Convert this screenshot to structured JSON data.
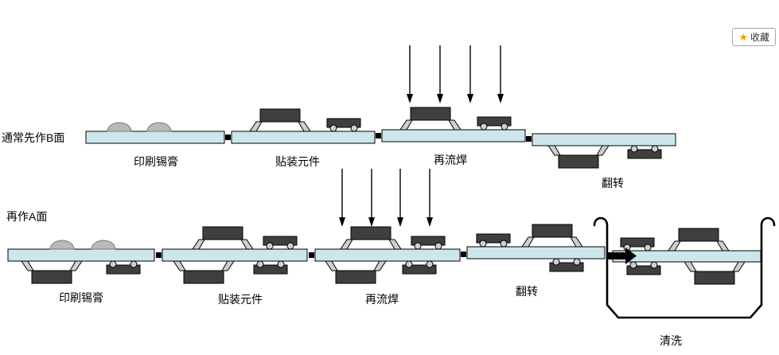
{
  "favorite_button": {
    "label": "收藏",
    "icon": "star-icon"
  },
  "rows": [
    {
      "label": "通常先作B面",
      "steps": [
        {
          "label": "印刷锡膏"
        },
        {
          "label": "贴装元件"
        },
        {
          "label": "再流焊"
        },
        {
          "label": "翻转"
        }
      ]
    },
    {
      "label": "再作A面",
      "steps": [
        {
          "label": "印刷锡膏"
        },
        {
          "label": "贴装元件"
        },
        {
          "label": "再流焊"
        },
        {
          "label": "翻转"
        },
        {
          "label": "清洗"
        }
      ]
    }
  ],
  "colors": {
    "board_fill": "#cde6ee",
    "component_fill": "#3f3f3f",
    "lead_fill": "#cfcfcf",
    "paste_fill": "#b9b9b9",
    "outline": "#000000",
    "star": "#f0a300"
  }
}
